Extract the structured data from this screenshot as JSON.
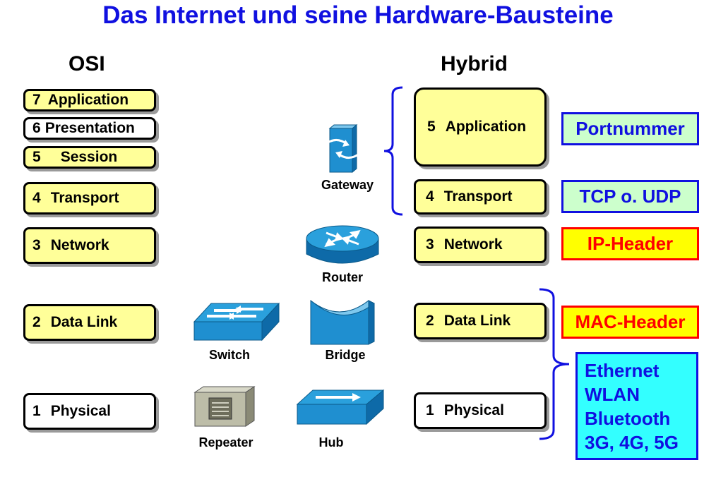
{
  "title": "Das Internet und seine Hardware-Bausteine",
  "osi": {
    "heading": "OSI",
    "layers": [
      {
        "num": "7",
        "name": "Application"
      },
      {
        "num": "6",
        "name": "Presentation"
      },
      {
        "num": "5",
        "name": "Session"
      },
      {
        "num": "4",
        "name": "Transport"
      },
      {
        "num": "3",
        "name": "Network"
      },
      {
        "num": "2",
        "name": "Data Link"
      },
      {
        "num": "1",
        "name": "Physical"
      }
    ]
  },
  "hybrid": {
    "heading": "Hybrid",
    "layers": [
      {
        "num": "5",
        "name": "Application"
      },
      {
        "num": "4",
        "name": "Transport"
      },
      {
        "num": "3",
        "name": "Network"
      },
      {
        "num": "2",
        "name": "Data Link"
      },
      {
        "num": "1",
        "name": "Physical"
      }
    ]
  },
  "devices": {
    "gateway": "Gateway",
    "router": "Router",
    "switch": "Switch",
    "bridge": "Bridge",
    "repeater": "Repeater",
    "hub": "Hub"
  },
  "info": {
    "port": "Portnummer",
    "tcp": "TCP o. UDP",
    "ip": "IP-Header",
    "mac": "MAC-Header",
    "phys": [
      "Ethernet",
      "WLAN",
      "Bluetooth",
      "3G, 4G, 5G"
    ]
  },
  "colors": {
    "title": "#1010e0",
    "layer_fill": "#ffff99",
    "info_green": "#ccffcc",
    "info_yellow": "#ffff00",
    "info_cyan": "#33ffff",
    "info_red_text": "#ff0000",
    "info_blue_text": "#1010e0",
    "device_blue": "#1f8fd0"
  }
}
